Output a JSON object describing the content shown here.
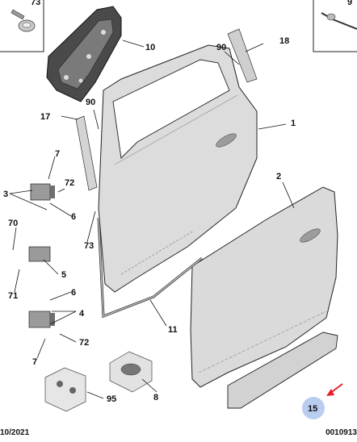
{
  "callouts": {
    "c73": "73",
    "c10": "10",
    "c18": "18",
    "c90a": "90",
    "c90b": "90",
    "c17": "17",
    "c1": "1",
    "c7a": "7",
    "c72a": "72",
    "c3": "3",
    "c6a": "6",
    "c70": "70",
    "c5": "5",
    "c71": "71",
    "c73b": "73",
    "c2": "2",
    "c6b": "6",
    "c4": "4",
    "c72b": "72",
    "c7b": "7",
    "c11": "11",
    "c95": "95",
    "c8": "8",
    "c15": "15",
    "c9x": "9"
  },
  "footer": {
    "left": "10/2021",
    "right": "0010913"
  },
  "colors": {
    "panel": "#d9d9d9",
    "panel_dark": "#b8b8b8",
    "line": "#222222",
    "highlight_circle": "#b9cdf0",
    "arrow": "#e8202a"
  }
}
